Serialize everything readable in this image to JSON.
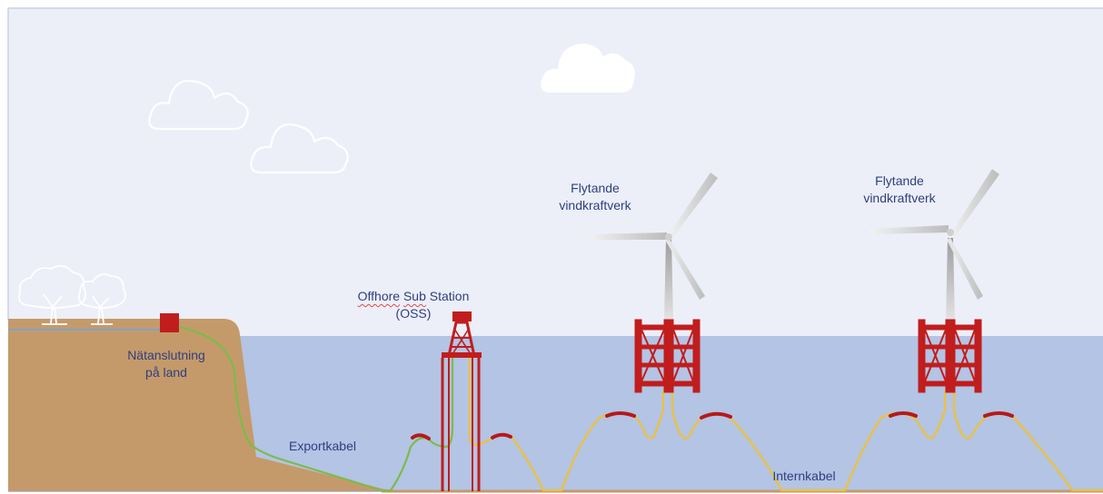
{
  "labels": {
    "grid_connection_line1": "Nätanslutning",
    "grid_connection_line2": "på land",
    "oss_word1": "Offhore",
    "oss_word2": "Sub",
    "oss_word3": "Station",
    "oss_line2": "(OSS)",
    "turbine1_line1": "Flytande",
    "turbine1_line2": "vindkraftverk",
    "turbine2_line1": "Flytande",
    "turbine2_line2": "vindkraftverk",
    "export_cable": "Exportkabel",
    "internal_cable": "Internkabel"
  },
  "colors": {
    "sky": "#eceff8",
    "sea": "#b3c4e4",
    "land": "#c59a6a",
    "structure_red": "#c11d1d",
    "export_cable": "#7dbb4a",
    "internal_cable": "#edc13a",
    "buoyancy_module": "#b51a1a",
    "label_text": "#2f3f7f"
  },
  "icons": [
    "cloud-icon",
    "tree-icon",
    "onshore-substation-icon",
    "offshore-substation-icon",
    "floating-wind-turbine-icon"
  ]
}
